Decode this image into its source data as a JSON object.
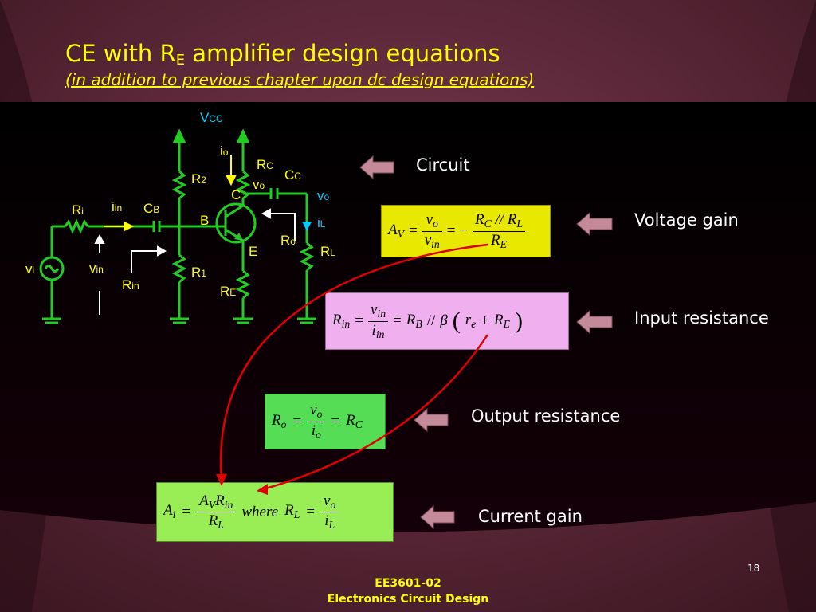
{
  "slide": {
    "title_main": "CE with R",
    "title_sub": "E",
    "title_rest": " amplifier design equations",
    "subtitle": "(in addition to previous chapter upon dc design equations)",
    "page_number": "18",
    "footer_line1": "EE3601-02",
    "footer_line2": "Electronics Circuit Design"
  },
  "labels": {
    "circuit": "Circuit",
    "voltage_gain": "Voltage gain",
    "input_resistance": "Input resistance",
    "output_resistance": "Output resistance",
    "current_gain": "Current gain"
  },
  "circuit": {
    "vcc": "V",
    "vcc_sub": "CC",
    "io": "i",
    "io_sub": "o",
    "rc": "R",
    "rc_sub": "C",
    "cc": "C",
    "cc_sub": "C",
    "vo_mid": "v",
    "vo_mid_sub": "o",
    "vo_out": "v",
    "vo_out_sub": "o",
    "il": "i",
    "il_sub": "L",
    "r2": "R",
    "r2_sub": "2",
    "ri": "R",
    "ri_sub": "i",
    "iin": "i",
    "iin_sub": "in",
    "cb": "C",
    "cb_sub": "B",
    "b": "B",
    "c": "C",
    "e": "E",
    "ro": "R",
    "ro_sub": "o",
    "rl": "R",
    "rl_sub": "L",
    "vi": "v",
    "vi_sub": "i",
    "vin": "v",
    "vin_sub": "in",
    "rin": "R",
    "rin_sub": "in",
    "r1": "R",
    "r1_sub": "1",
    "re": "R",
    "re_sub": "E"
  },
  "colors": {
    "title": "#ffff00",
    "wire": "#22cc22",
    "voltage_box": "#e8e800",
    "input_box": "#f0b0f0",
    "output_box": "#55dd55",
    "current_box": "#99ee55",
    "arrow_red": "#e00000"
  }
}
